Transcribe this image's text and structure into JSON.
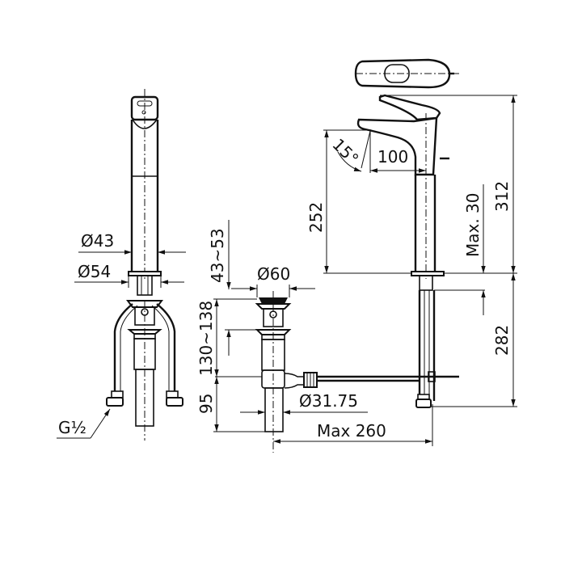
{
  "drawing": {
    "title": "Single lever basin mixer with pop-up waste - dimensional drawing",
    "stroke_color": "#111111",
    "background": "#ffffff",
    "front_view": {
      "dim_body_diameter": "Ø43",
      "dim_base_diameter": "Ø54",
      "dim_inlet_thread": "G½"
    },
    "waste_view": {
      "dim_plug_diameter": "Ø60",
      "dim_counter_thickness": "43~53",
      "dim_waste_height": "130~138",
      "dim_tail_length": "95",
      "dim_tail_diameter": "Ø31.75",
      "dim_max_spacing": "Max 260"
    },
    "side_view": {
      "dim_tilt_angle": "15°",
      "dim_spout_reach": "100",
      "dim_spout_height": "252",
      "dim_total_height": "312",
      "dim_max_deck": "Max. 30",
      "dim_below_deck": "282"
    }
  }
}
